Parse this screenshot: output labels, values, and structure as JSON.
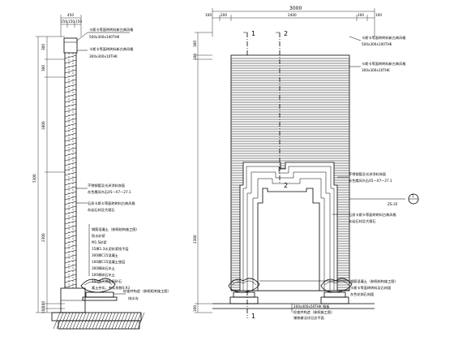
{
  "left_elevation": {
    "top_dims": [
      "450",
      "150",
      "150",
      "150"
    ],
    "vertical_dims": [
      "300",
      "300",
      "1800",
      "2300",
      "100",
      "100"
    ],
    "total_dim": "5300",
    "callouts": [
      "卡斯卡等面砖砖料新古典风格",
      "500x300x100THK",
      "卡斯卡等面砖砖料新古典风格",
      "300x300x10THK",
      "不锈钢管及光泽涂料饰面",
      "灰色鹰风鸟石45一X7一27.1",
      "石质卡斯卡等面砖砖料古典风格",
      "灰岩石材及大理石",
      "钢筋混凝土（参照结构施工图）",
      "防水砂浆",
      "M1.5砂浆",
      "15厚1:3水泥砂浆找平层",
      "300厚C15混凝土",
      "100厚C15混凝土垫层",
      "300厚碎石灰土",
      "100厚碎石灰土",
      "150厚天然级配砂石",
      "素土夯实，夯实系数0.93"
    ],
    "base_note": "检查井构造（参照相关施工图）",
    "side_note": "排水沟"
  },
  "right_elevation": {
    "overall_dim": "3000",
    "inner_dims": [
      "100",
      "200",
      "2400",
      "200",
      "100"
    ],
    "left_vertical_dims": [
      "300",
      "100",
      "2300",
      "100"
    ],
    "section_marks": [
      "1",
      "2",
      "2",
      "1"
    ],
    "callouts": [
      "卡斯卡等面砖砖料新古典风格",
      "500x300x100THK",
      "卡斯卡等面砖砖料新古典风格",
      "300x300x10THK",
      "不锈钢管及光泽涂料饰面",
      "灰色鹰风鸟石45一X7一27.1",
      "石质卡斯卡等面砖砖料古典风格",
      "灰岩石材及大理石",
      "钢筋混凝土（参照结构施工图）",
      "卡斯卡等面砖砖料及石材面",
      "灰色花岗石材面"
    ],
    "detail_ref": {
      "top": "1",
      "bottom": "ZS-35"
    },
    "bottom_notes": [
      "200x400x50THK 钢板",
      "检查井构造（参照施工图）",
      "铺装做法详见总平面"
    ]
  }
}
